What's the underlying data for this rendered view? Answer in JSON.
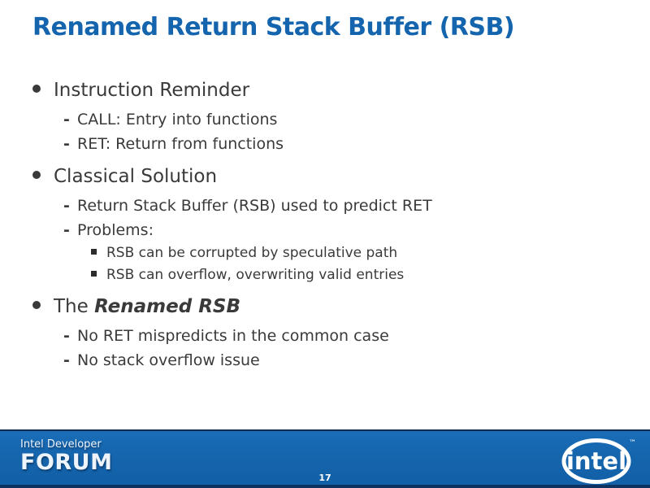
{
  "slide": {
    "title": "Renamed Return Stack Buffer (RSB)",
    "bullets": [
      {
        "level": 1,
        "parts": [
          {
            "text": "Instruction Reminder",
            "style": "normal"
          }
        ]
      },
      {
        "level": 2,
        "parts": [
          {
            "text": "CALL: Entry into functions",
            "style": "normal"
          }
        ]
      },
      {
        "level": 2,
        "parts": [
          {
            "text": "RET: Return from functions",
            "style": "normal"
          }
        ]
      },
      {
        "level": 1,
        "parts": [
          {
            "text": "Classical Solution",
            "style": "normal"
          }
        ]
      },
      {
        "level": 2,
        "parts": [
          {
            "text": "Return Stack Buffer (RSB) used to predict RET",
            "style": "normal"
          }
        ]
      },
      {
        "level": 2,
        "parts": [
          {
            "text": "Problems:",
            "style": "normal"
          }
        ]
      },
      {
        "level": 3,
        "parts": [
          {
            "text": "RSB can be corrupted by speculative path",
            "style": "normal"
          }
        ]
      },
      {
        "level": 3,
        "parts": [
          {
            "text": "RSB can overflow, overwriting valid entries",
            "style": "normal"
          }
        ]
      },
      {
        "level": 1,
        "parts": [
          {
            "text": "The ",
            "style": "normal"
          },
          {
            "text": "Renamed RSB",
            "style": "bold-italic"
          }
        ]
      },
      {
        "level": 2,
        "parts": [
          {
            "text": "No RET mispredicts in the common case",
            "style": "normal"
          }
        ]
      },
      {
        "level": 2,
        "parts": [
          {
            "text": "No stack overflow issue",
            "style": "normal"
          }
        ]
      }
    ],
    "footer": {
      "brand_line1": "Intel Developer",
      "brand_line2": "FORUM",
      "page_number": "17",
      "intel_logo_text": "intel",
      "intel_logo_trademark": "™"
    },
    "colors": {
      "title_blue": "#1464ae",
      "footer_blue": "#1565ad",
      "footer_dark": "#0d2c50",
      "body_text": "#3a3a3a"
    }
  }
}
